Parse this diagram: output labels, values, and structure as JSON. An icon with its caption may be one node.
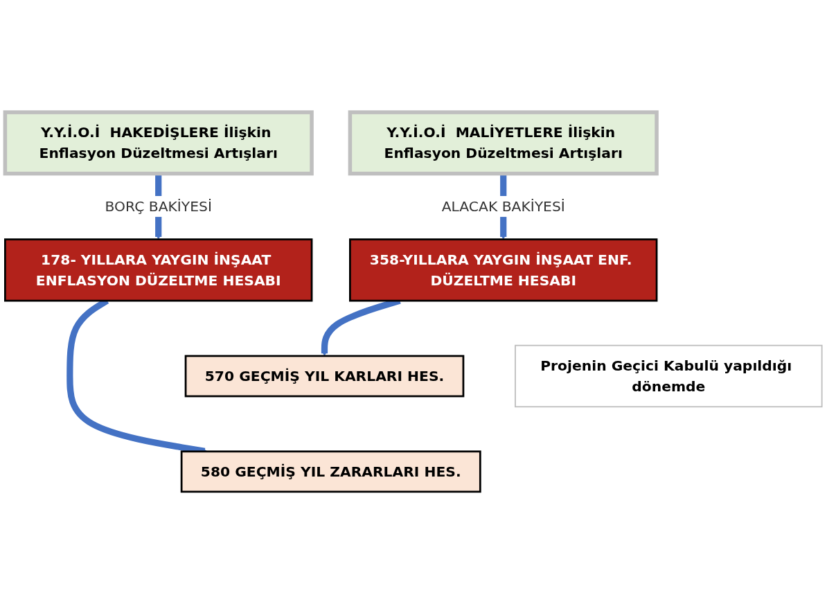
{
  "diagram": {
    "nodes": [
      {
        "text": [
          "Y.Y.İ.O.İ  HAKEDİŞLERE İlişkin Enflasyon Düzeltmesi Artışları"
        ]
      },
      {
        "text": [
          "Y.Y.İ.O.İ  MALİYETLERE İlişkin Enflasyon Düzeltmesi Artışları"
        ]
      },
      {
        "text": [
          "178- YILLARA YAYGIN İNŞAAT ENFLASYON DÜZELTME HESABI"
        ]
      },
      {
        "text": [
          "358-YILLARA YAYGIN İNŞAAT ENF. DÜZELTME HESABI"
        ]
      },
      {
        "text": [
          "Projenin Geçici Kabulü yapıldığı dönemde"
        ]
      },
      {
        "text": [
          "580 GEÇMİŞ YIL ZARARLARI HES."
        ]
      },
      {
        "text": [
          "570 GEÇMİŞ YIL KARLARI HES."
        ]
      }
    ],
    "edges": [
      {
        "from": 0,
        "to": 2,
        "arrow": "to",
        "label": "BORÇ BAKİYESİ"
      },
      {
        "from": 1,
        "to": 3,
        "arrow": "to",
        "label": "ALACAK BAKİYESİ"
      },
      {
        "from": 2,
        "to": 5,
        "arrow": "to"
      },
      {
        "from": 3,
        "to": 6,
        "arrow": "to"
      }
    ]
  }
}
